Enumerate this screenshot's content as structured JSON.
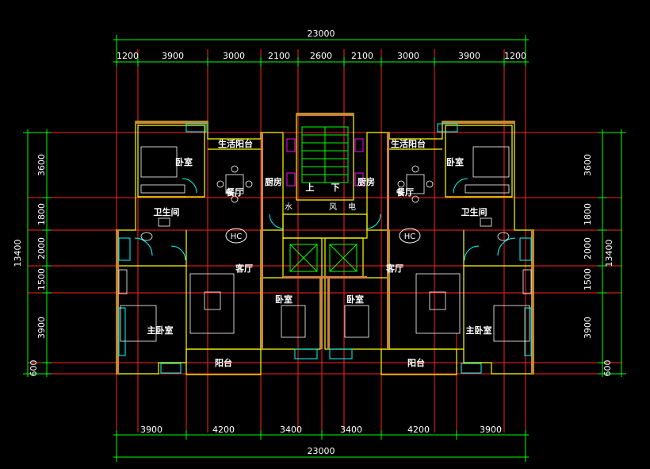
{
  "plan": {
    "top_total": "23000",
    "bottom_total": "23000",
    "left_total": "13400",
    "right_total": "13400",
    "top_segments": [
      "1200",
      "3900",
      "3000",
      "2100",
      "2600",
      "2100",
      "3000",
      "3900",
      "1200"
    ],
    "bottom_segments": [
      "3900",
      "4200",
      "3400",
      "3400",
      "4200",
      "3900"
    ],
    "left_segments": [
      "3600",
      "1800",
      "2000",
      "1500",
      "3900",
      "600"
    ],
    "right_segments": [
      "3600",
      "1800",
      "2000",
      "1500",
      "3900",
      "600"
    ],
    "rooms": {
      "left_balcony_service": "生活阳台",
      "right_balcony_service": "生活阳台",
      "left_bedroom": "卧室",
      "right_bedroom": "卧室",
      "left_dining": "餐厅",
      "right_dining": "餐厅",
      "left_kitchen": "厨房",
      "right_kitchen": "厨房",
      "left_bath": "卫生间",
      "right_bath": "卫生间",
      "left_living": "客厅",
      "right_living": "客厅",
      "left_master": "主卧室",
      "right_master": "主卧室",
      "left_balcony": "阳台",
      "right_balcony": "阳台",
      "center_bed_left": "卧室",
      "center_bed_right": "卧室",
      "stair_up": "上",
      "stair_down": "下",
      "shaft_water": "水",
      "shaft_wind": "风",
      "shaft_elec": "电",
      "hc_left": "HC",
      "hc_right": "HC"
    }
  },
  "colors": {
    "background": "#000000",
    "dim_line": "#00ff00",
    "axis_line": "#ff2020",
    "wall": "#ffff00",
    "wall_fill": "#d08040",
    "window": "#00ffff",
    "furniture": "#ffffff",
    "magenta": "#ff00ff"
  }
}
